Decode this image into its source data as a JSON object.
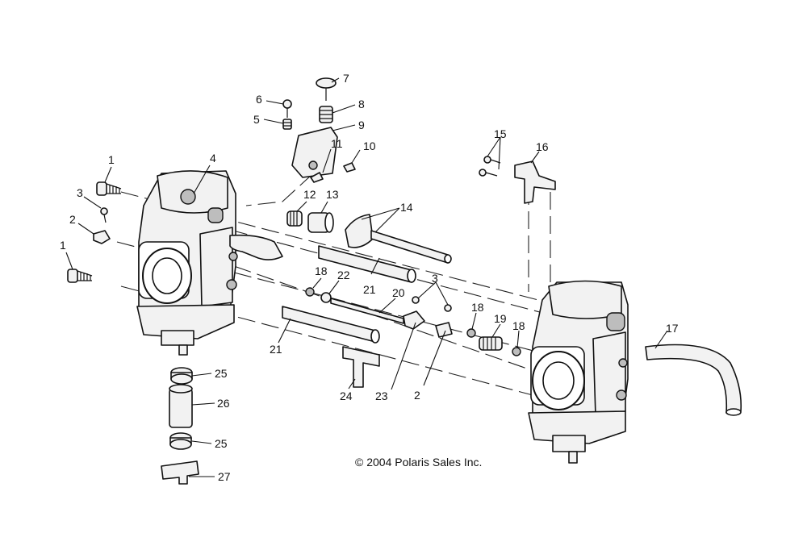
{
  "copyright": "© 2004 Polaris Sales Inc.",
  "callouts": [
    {
      "id": "c1a",
      "text": "1"
    },
    {
      "id": "c1b",
      "text": "1"
    },
    {
      "id": "c2a",
      "text": "2"
    },
    {
      "id": "c2b",
      "text": "2"
    },
    {
      "id": "c3a",
      "text": "3"
    },
    {
      "id": "c3b",
      "text": "3"
    },
    {
      "id": "c4",
      "text": "4"
    },
    {
      "id": "c5",
      "text": "5"
    },
    {
      "id": "c6",
      "text": "6"
    },
    {
      "id": "c7",
      "text": "7"
    },
    {
      "id": "c8",
      "text": "8"
    },
    {
      "id": "c9",
      "text": "9"
    },
    {
      "id": "c10",
      "text": "10"
    },
    {
      "id": "c11",
      "text": "11"
    },
    {
      "id": "c12",
      "text": "12"
    },
    {
      "id": "c13",
      "text": "13"
    },
    {
      "id": "c14",
      "text": "14"
    },
    {
      "id": "c15",
      "text": "15"
    },
    {
      "id": "c16",
      "text": "16"
    },
    {
      "id": "c17",
      "text": "17"
    },
    {
      "id": "c18a",
      "text": "18"
    },
    {
      "id": "c18b",
      "text": "18"
    },
    {
      "id": "c18c",
      "text": "18"
    },
    {
      "id": "c19",
      "text": "19"
    },
    {
      "id": "c20",
      "text": "20"
    },
    {
      "id": "c21a",
      "text": "21"
    },
    {
      "id": "c21b",
      "text": "21"
    },
    {
      "id": "c22",
      "text": "22"
    },
    {
      "id": "c23",
      "text": "23"
    },
    {
      "id": "c24",
      "text": "24"
    },
    {
      "id": "c25a",
      "text": "25"
    },
    {
      "id": "c25b",
      "text": "25"
    },
    {
      "id": "c26",
      "text": "26"
    },
    {
      "id": "c27",
      "text": "27"
    }
  ]
}
